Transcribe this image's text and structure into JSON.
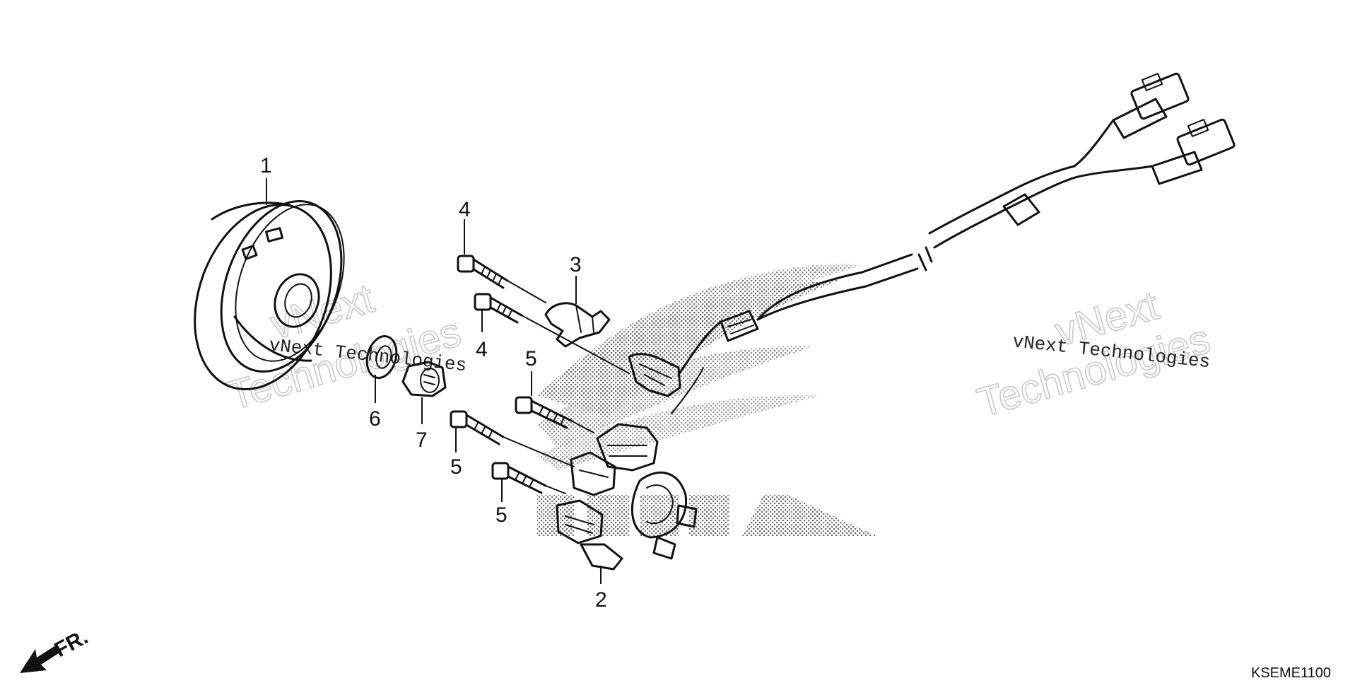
{
  "callouts": {
    "c1": "1",
    "c2": "2",
    "c3": "3",
    "c4a": "4",
    "c4b": "4",
    "c5a": "5",
    "c5b": "5",
    "c5c": "5",
    "c6": "6",
    "c7": "7"
  },
  "direction": {
    "label": "FR."
  },
  "diagram_code": "KSEME1100",
  "watermark": {
    "line1": "vNext",
    "line2": "Technologies",
    "caption": "vNext Technologies"
  }
}
